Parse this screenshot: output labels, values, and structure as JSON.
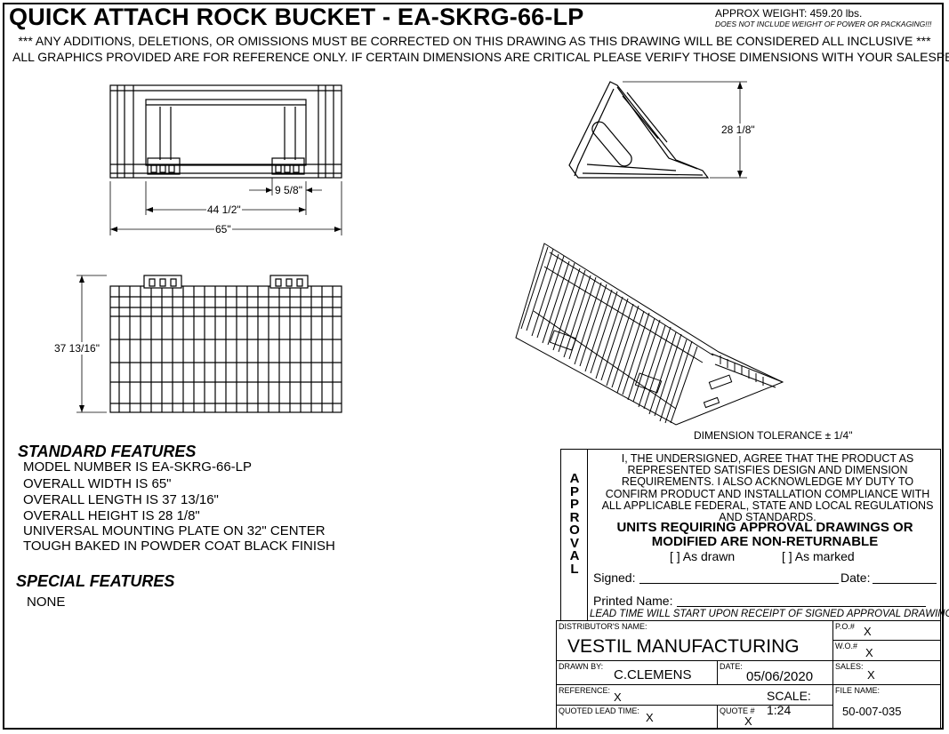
{
  "header": {
    "title": "QUICK ATTACH ROCK BUCKET - EA-SKRG-66-LP",
    "approx_weight": "APPROX WEIGHT: 459.20 lbs.",
    "weight_note": "DOES NOT INCLUDE WEIGHT OF POWER OR PACKAGING!!!",
    "notice_1": "*** ANY ADDITIONS, DELETIONS, OR OMISSIONS MUST BE CORRECTED ON THIS DRAWING AS THIS DRAWING WILL BE CONSIDERED ALL INCLUSIVE ***",
    "notice_2": "ALL GRAPHICS PROVIDED ARE FOR REFERENCE ONLY. IF CERTAIN DIMENSIONS ARE CRITICAL PLEASE VERIFY THOSE DIMENSIONS WITH YOUR SALESPERSON"
  },
  "dimensions": {
    "mount_spacing": "9 5/8\"",
    "plate_width": "44 1/2\"",
    "overall_width": "65\"",
    "height": "28 1/8\"",
    "length": "37 13/16\"",
    "tolerance": "DIMENSION TOLERANCE ± 1/4\""
  },
  "standard_features": {
    "heading": "STANDARD FEATURES",
    "items": [
      "MODEL NUMBER IS EA-SKRG-66-LP",
      "OVERALL WIDTH IS  65\"",
      "OVERALL LENGTH IS  37 13/16\"",
      "OVERALL HEIGHT IS  28 1/8\"",
      "UNIVERSAL MOUNTING PLATE ON 32\" CENTER",
      "TOUGH BAKED IN POWDER COAT BLACK FINISH"
    ]
  },
  "special_features": {
    "heading": "SPECIAL FEATURES",
    "items": [
      "NONE"
    ]
  },
  "approval": {
    "side_label": "APPROVAL",
    "agreement": "I, THE UNDERSIGNED, AGREE THAT THE PRODUCT AS REPRESENTED SATISFIES DESIGN AND DIMENSION REQUIREMENTS. I ALSO ACKNOWLEDGE MY DUTY TO CONFIRM PRODUCT AND INSTALLATION COMPLIANCE WITH ALL APPLICABLE FEDERAL, STATE AND LOCAL REGULATIONS AND STANDARDS.",
    "units_warning": "UNITS REQUIRING APPROVAL DRAWINGS OR MODIFIED ARE NON-RETURNABLE",
    "as_drawn": "[   ] As drawn",
    "as_marked": "[   ] As marked",
    "signed_label": "Signed:",
    "date_label": "Date:",
    "printed_name_label": "Printed Name:",
    "lead_time_note": "LEAD TIME WILL START UPON RECEIPT OF SIGNED APPROVAL DRAWING"
  },
  "title_block": {
    "distributor_label": "DISTRIBUTOR'S NAME:",
    "distributor": "VESTIL MANUFACTURING",
    "po_label": "P.O.#",
    "po": "X",
    "wo_label": "W.O.#",
    "wo": "X",
    "drawn_by_label": "DRAWN BY:",
    "drawn_by": "C.CLEMENS",
    "date_label": "DATE:",
    "date": "05/06/2020",
    "sales_label": "SALES:",
    "sales": "X",
    "reference_label": "REFERENCE:",
    "reference": "X",
    "scale": "SCALE: 1:24",
    "file_name_label": "FILE NAME:",
    "file_name": "50-007-035",
    "quoted_lead_time_label": "QUOTED LEAD TIME:",
    "quoted_lead_time": "X",
    "quote_label": "QUOTE #",
    "quote": "X"
  }
}
